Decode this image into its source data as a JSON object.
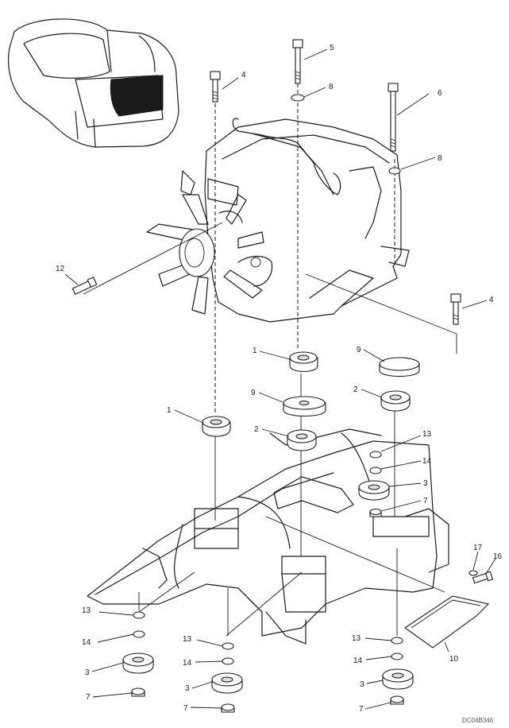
{
  "callouts": {
    "c1": "4",
    "c2": "5",
    "c3": "8",
    "c4": "6",
    "c5": "8",
    "c6": "12",
    "c7": "4",
    "c8": "1",
    "c9": "9",
    "c10": "9",
    "c11": "2",
    "c12": "1",
    "c13": "2",
    "c14": "13",
    "c15": "14",
    "c16": "3",
    "c17": "7",
    "c18": "17",
    "c19": "16",
    "c20": "13",
    "c21": "14",
    "c22": "3",
    "c23": "7",
    "c24": "13",
    "c25": "14",
    "c26": "3",
    "c27": "7",
    "c28": "13",
    "c29": "14",
    "c30": "3",
    "c31": "7",
    "c32": "10"
  },
  "figure_code": "DC04B346"
}
